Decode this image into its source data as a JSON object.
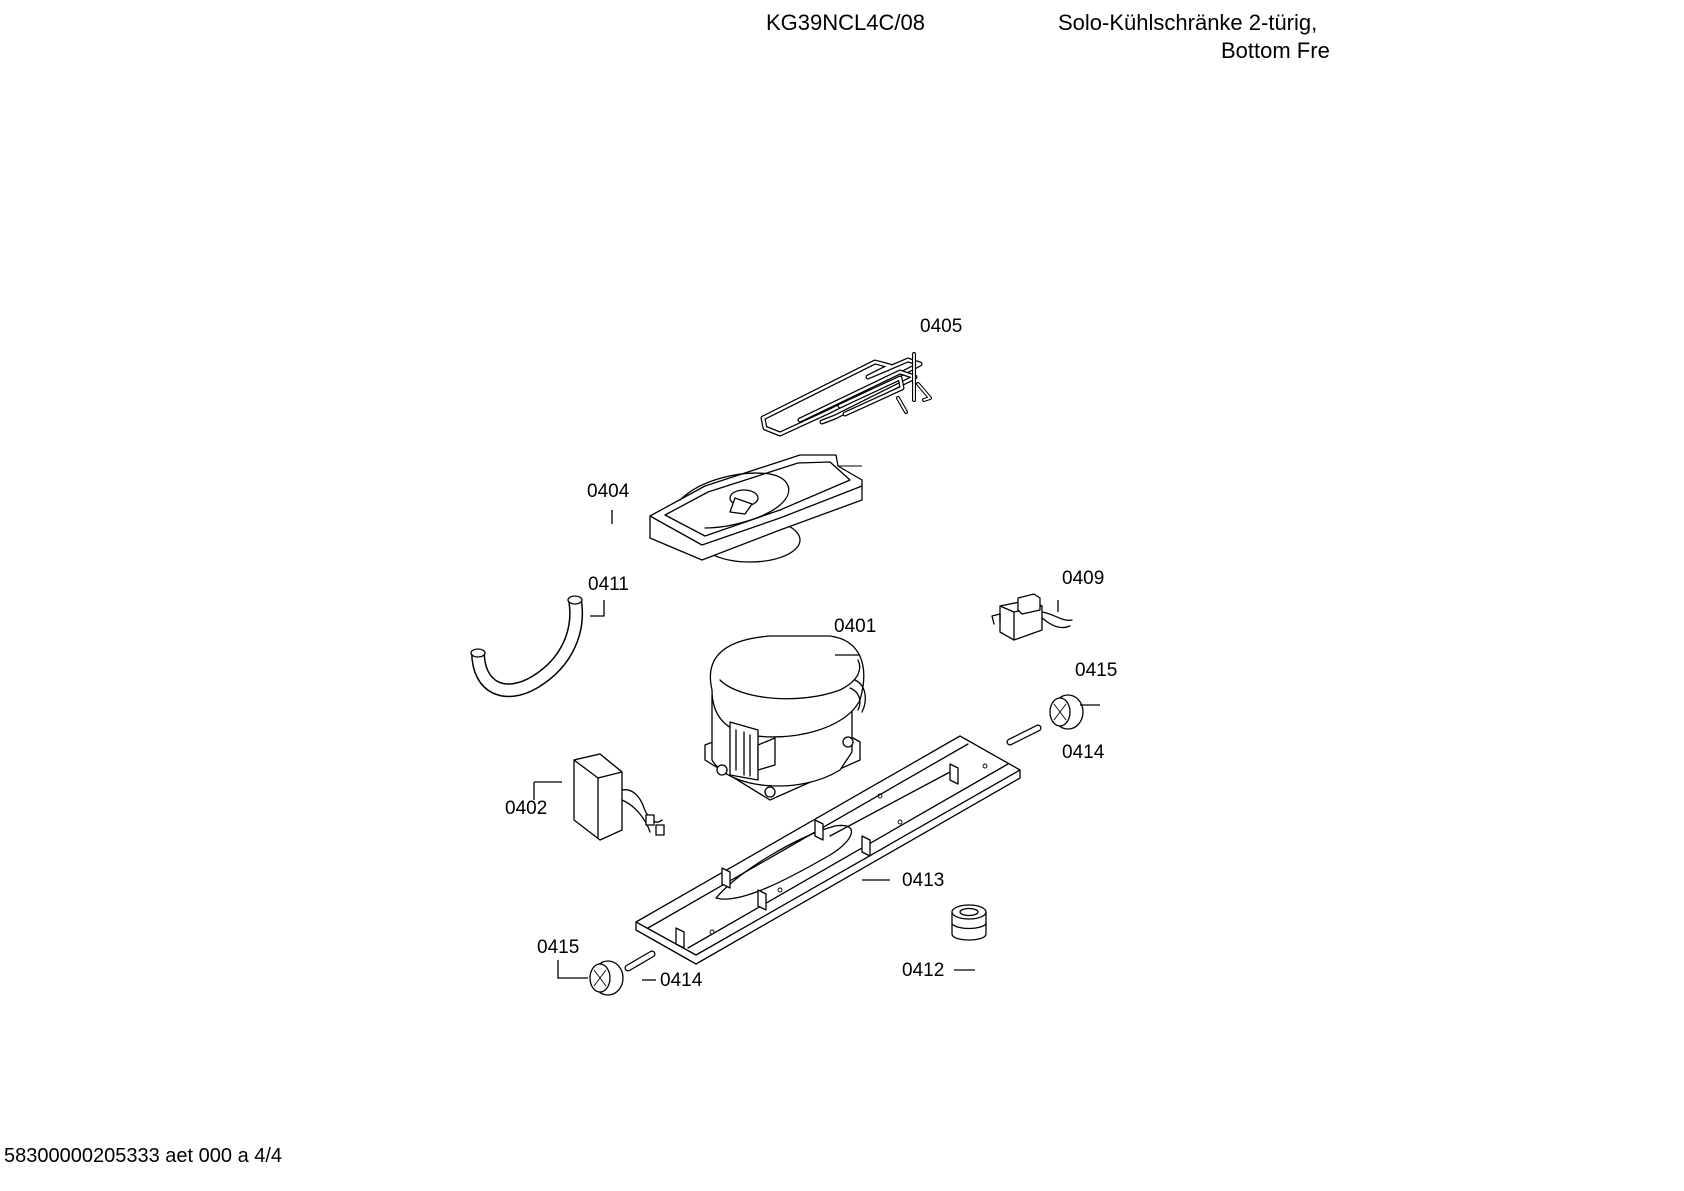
{
  "header": {
    "model": "KG39NCL4C/08",
    "description_line1": "Solo-Kühlschränke 2-türig,",
    "description_line2": "Bottom Fre"
  },
  "footer": {
    "document_code": "58300000205333 aet 000 a 4/4"
  },
  "parts": [
    {
      "id": "p0405",
      "label": "0405",
      "icon": "condenser-coil-icon"
    },
    {
      "id": "p0404",
      "label": "0404",
      "icon": "drip-tray-icon"
    },
    {
      "id": "p0411",
      "label": "0411",
      "icon": "hose-icon"
    },
    {
      "id": "p0409",
      "label": "0409",
      "icon": "relay-icon"
    },
    {
      "id": "p0401",
      "label": "0401",
      "icon": "compressor-icon"
    },
    {
      "id": "p0415a",
      "label": "0415",
      "icon": "rubber-foot-icon"
    },
    {
      "id": "p0414a",
      "label": "0414",
      "icon": "pin-icon"
    },
    {
      "id": "p0402",
      "label": "0402",
      "icon": "starter-box-icon"
    },
    {
      "id": "p0413",
      "label": "0413",
      "icon": "mounting-rail-icon"
    },
    {
      "id": "p0415b",
      "label": "0415",
      "icon": "rubber-foot-icon"
    },
    {
      "id": "p0414b",
      "label": "0414",
      "icon": "pin-icon"
    },
    {
      "id": "p0412",
      "label": "0412",
      "icon": "grommet-icon"
    }
  ]
}
